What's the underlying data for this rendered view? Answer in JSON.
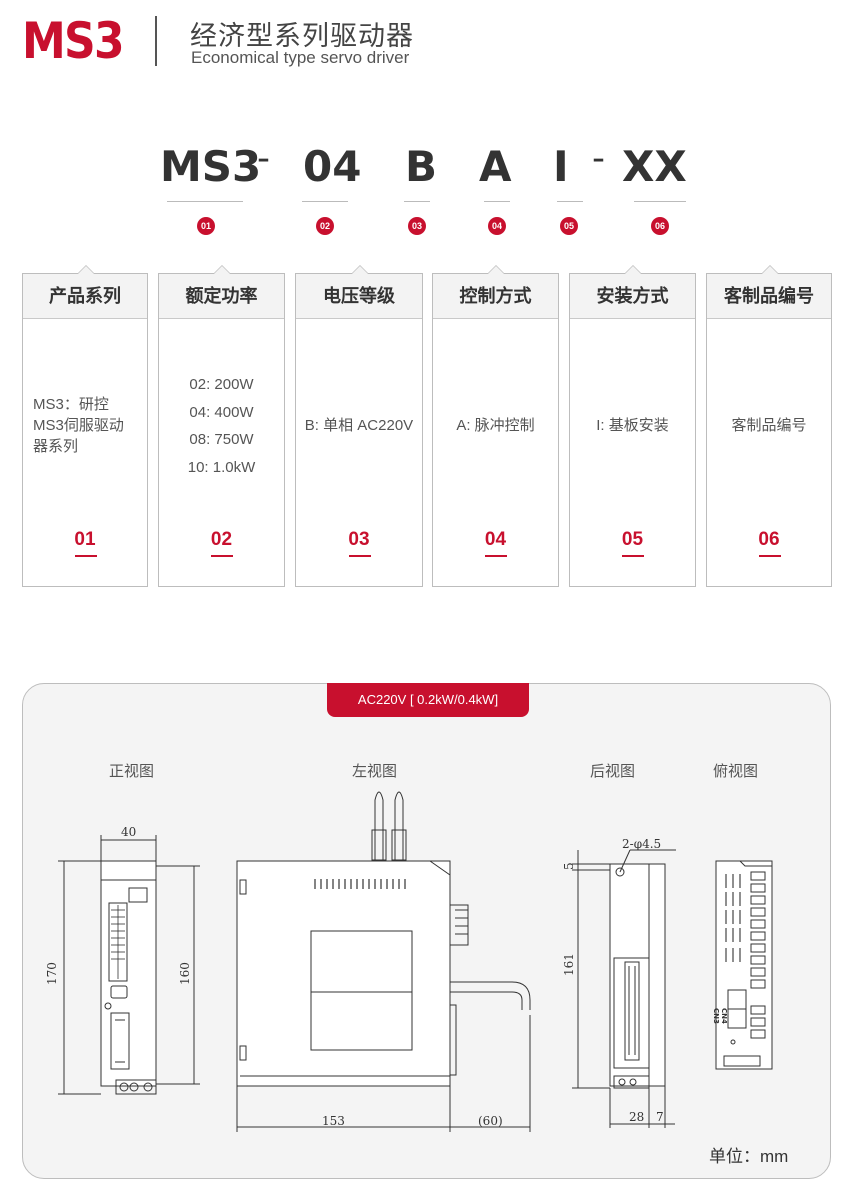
{
  "header": {
    "logo": "MS3",
    "title_cn": "经济型系列驱动器",
    "title_en": "Economical type servo driver"
  },
  "model_code": {
    "segments": [
      "MS3",
      "04",
      "B",
      "A",
      "I",
      "XX"
    ],
    "dashes": [
      "-",
      "-"
    ],
    "badges": [
      "01",
      "02",
      "03",
      "04",
      "05",
      "06"
    ]
  },
  "cards": [
    {
      "title": "产品系列",
      "lines": [
        "MS3：研控",
        "MS3伺服驱动",
        "器系列"
      ],
      "num": "01"
    },
    {
      "title": "额定功率",
      "lines": [
        "02: 200W",
        "04: 400W",
        "08: 750W",
        "10: 1.0kW"
      ],
      "num": "02"
    },
    {
      "title": "电压等级",
      "lines": [
        "B: 单相 AC220V"
      ],
      "num": "03"
    },
    {
      "title": "控制方式",
      "lines": [
        "A: 脉冲控制"
      ],
      "num": "04"
    },
    {
      "title": "安装方式",
      "lines": [
        "I: 基板安装"
      ],
      "num": "05"
    },
    {
      "title": "客制品编号",
      "lines": [
        "客制品编号"
      ],
      "num": "06"
    }
  ],
  "drawing": {
    "tab_label": "AC220V [ 0.2kW/0.4kW]",
    "views": [
      "正视图",
      "左视图",
      "后视图",
      "俯视图"
    ],
    "dims": {
      "front_width": "40",
      "front_height_outer": "170",
      "front_height_inner": "160",
      "side_depth": "153",
      "side_extra": "(60)",
      "rear_hole": "2-φ4.5",
      "rear_top": "5",
      "rear_height": "161",
      "rear_w1": "28",
      "rear_w2": "7",
      "top_cn1": "CN4",
      "top_cn2": "CN3"
    },
    "unit": "单位：mm"
  }
}
